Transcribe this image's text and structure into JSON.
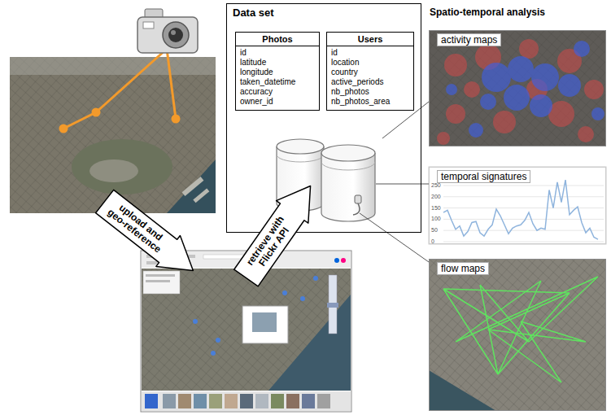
{
  "diagram": {
    "nodes": [
      {
        "text": [
          "Data set"
        ]
      },
      {
        "text": [
          "Photos",
          "id",
          "latitude",
          "longitude",
          "taken_datetime",
          "accuracy",
          "owner_id"
        ],
        "in": 0
      },
      {
        "text": [
          "Users",
          "id",
          "location",
          "country",
          "active_periods",
          "nb_photos",
          "nb_photos_area"
        ],
        "in": 0
      },
      {
        "text": [
          "activity maps"
        ]
      },
      {
        "text": [
          "temporal signatures"
        ]
      },
      {
        "text": [
          "upload and geo-reference"
        ]
      },
      {
        "text": [
          "retrieve with Flickr API"
        ]
      },
      {
        "text": [
          "flow maps"
        ]
      }
    ],
    "edges": [
      {
        "from": 0,
        "to": 3,
        "arrow": "none"
      },
      {
        "from": 0,
        "to": 4,
        "arrow": "none"
      },
      {
        "from": 0,
        "to": 7,
        "arrow": "none"
      }
    ],
    "labels": [
      "Spatio-temporal analysis",
      "250",
      "200",
      "150",
      "100",
      "50",
      "0"
    ]
  }
}
